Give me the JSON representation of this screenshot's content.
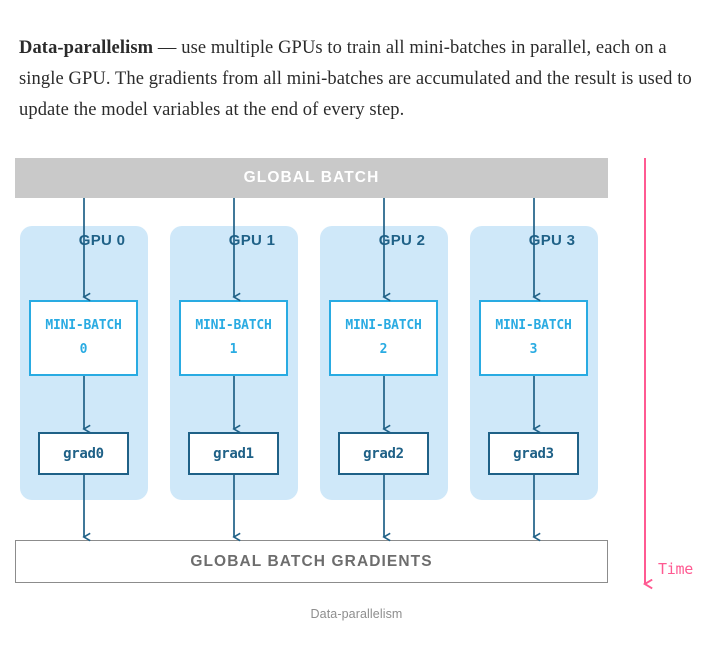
{
  "intro": {
    "term": "Data-parallelism",
    "body": " — use multiple GPUs to train all mini-batches in parallel, each on a single GPU. The gradients from all mini-batches are accumulated and the result is used to update the model variables at the end of every step."
  },
  "figure": {
    "global_batch_label": "GLOBAL BATCH",
    "global_batch_gradients_label": "GLOBAL BATCH GRADIENTS",
    "time_axis_label": "Time",
    "gpus": [
      {
        "label": "GPU 0",
        "mini_batch_title": "MINI-BATCH",
        "mini_batch_index": "0",
        "grad_label": "grad0"
      },
      {
        "label": "GPU 1",
        "mini_batch_title": "MINI-BATCH",
        "mini_batch_index": "1",
        "grad_label": "grad1"
      },
      {
        "label": "GPU 2",
        "mini_batch_title": "MINI-BATCH",
        "mini_batch_index": "2",
        "grad_label": "grad2"
      },
      {
        "label": "GPU 3",
        "mini_batch_title": "MINI-BATCH",
        "mini_batch_index": "3",
        "grad_label": "grad3"
      }
    ],
    "colors": {
      "global_bar": "#c9c9c9",
      "gpu_column": "#cfe8f9",
      "mini_batch_accent": "#29abe2",
      "grad_accent": "#1f6187",
      "arrow": "#1f6187",
      "time_axis": "#ff5a92",
      "bottom_bar_border": "#8c8c8c",
      "bottom_bar_text": "#6d6d6d"
    }
  },
  "caption": "Data-parallelism"
}
